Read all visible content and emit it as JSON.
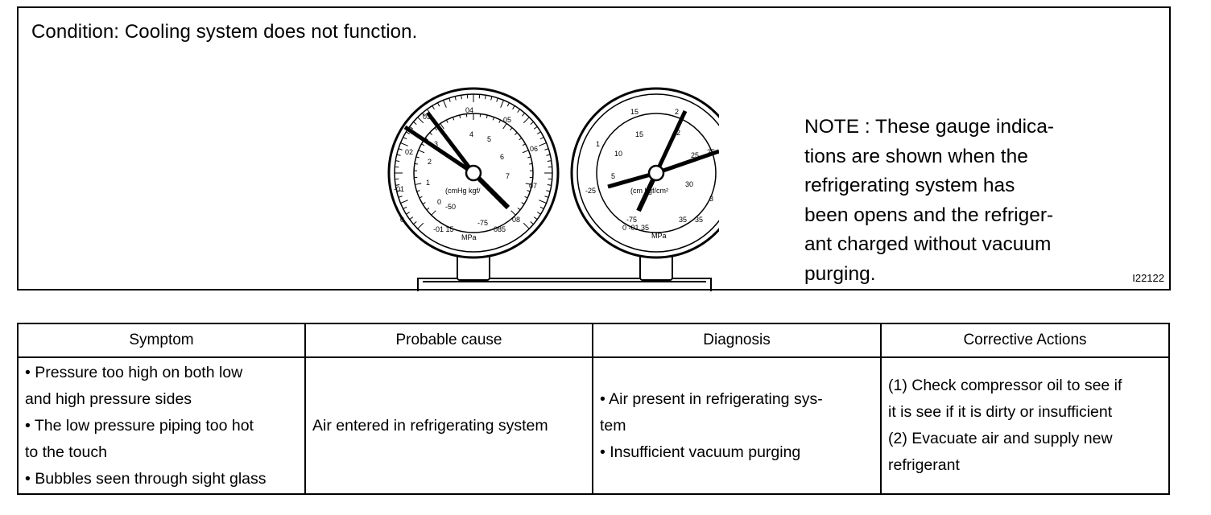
{
  "condition": "Condition: Cooling system does not function.",
  "note_lines": [
    "NOTE : These gauge indica-",
    "tions are shown when the",
    "refrigerating system has",
    "been opens and the refriger-",
    "ant charged without vacuum",
    "purging."
  ],
  "figure_id": "I22122",
  "table": {
    "headers": [
      "Symptom",
      "Probable cause",
      "Diagnosis",
      "Corrective Actions"
    ],
    "symptom_lines": [
      "• Pressure too high on both low",
      "and high pressure sides",
      "• The low pressure piping too hot",
      "to the touch",
      "• Bubbles seen through sight glass"
    ],
    "cause_lines": [
      "Air entered in refrigerating system"
    ],
    "diagnosis_lines": [
      "• Air present in refrigerating sys-",
      "tem",
      "• Insufficient vacuum purging"
    ],
    "action_lines": [
      "(1) Check compressor oil to see if",
      "it is see if it is dirty or insufficient",
      "(2) Evacuate air and supply new",
      "refrigerant"
    ]
  }
}
